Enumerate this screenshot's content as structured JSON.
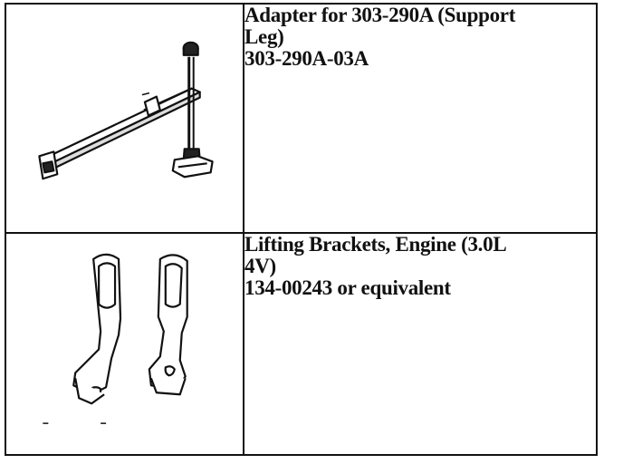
{
  "rows": [
    {
      "image_icon": "support-leg-adapter-drawing",
      "description": "Adapter for 303-290A (Support Leg)",
      "description_lines": [
        "Adapter for 303-290A (Support",
        "Leg)"
      ],
      "part_number": "303-290A-03A"
    },
    {
      "image_icon": "engine-lifting-brackets-drawing",
      "description": "Lifting Brackets, Engine (3.0L 4V)",
      "description_lines": [
        "Lifting Brackets, Engine (3.0L",
        "4V)"
      ],
      "part_number": "134-00243 or equivalent"
    }
  ]
}
